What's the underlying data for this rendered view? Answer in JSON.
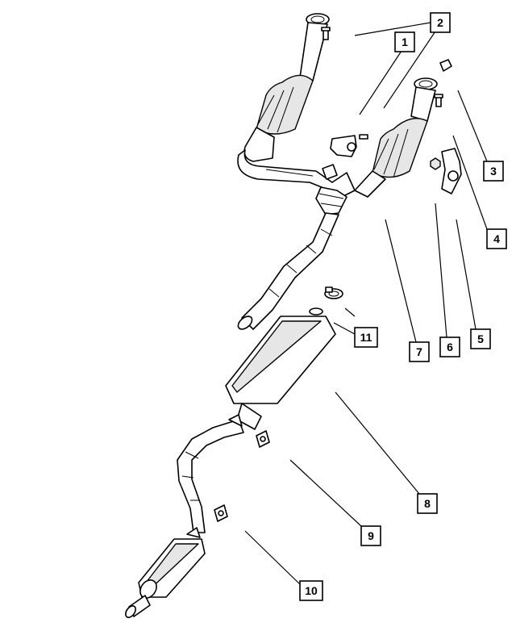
{
  "callouts": [
    {
      "id": "1",
      "label": "1"
    },
    {
      "id": "2",
      "label": "2"
    },
    {
      "id": "3",
      "label": "3"
    },
    {
      "id": "4",
      "label": "4"
    },
    {
      "id": "5",
      "label": "5"
    },
    {
      "id": "6",
      "label": "6"
    },
    {
      "id": "7",
      "label": "7"
    },
    {
      "id": "8",
      "label": "8"
    },
    {
      "id": "9",
      "label": "9"
    },
    {
      "id": "10",
      "label": "10"
    },
    {
      "id": "11",
      "label": "11"
    }
  ],
  "colors": {
    "ink": "#000000",
    "paper": "#ffffff",
    "shade": "#e6e6e6"
  }
}
